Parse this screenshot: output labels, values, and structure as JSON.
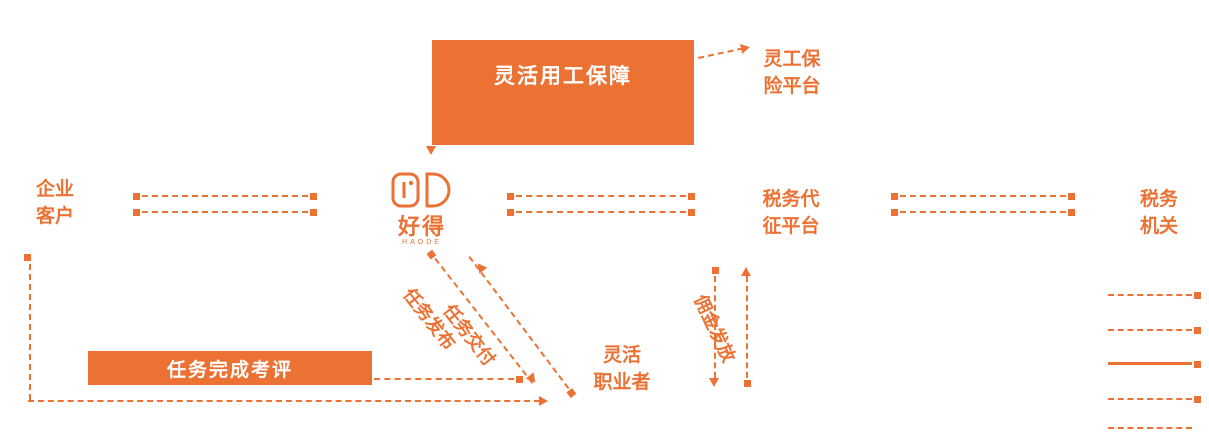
{
  "colors": {
    "accent": "#EC7234",
    "box_text": "#FFFFFF"
  },
  "top_box": {
    "label": "灵活用工保障"
  },
  "nodes": {
    "insurance_platform": {
      "line1": "灵工保",
      "line2": "险平台"
    },
    "enterprise_client": {
      "line1": "企业",
      "line2": "客户"
    },
    "brand": {
      "name": "好得",
      "caption": "HAODE"
    },
    "tax_collection_platform": {
      "line1": "税务代",
      "line2": "征平台"
    },
    "tax_authority": {
      "line1": "税务",
      "line2": "机关"
    },
    "flexible_worker": {
      "line1": "灵活",
      "line2": "职业者"
    }
  },
  "flow_labels": {
    "evaluation_bar": "任务完成考评",
    "task_publish": "任务发布",
    "task_deliver": "任务交付",
    "commission": "佣金发放"
  }
}
